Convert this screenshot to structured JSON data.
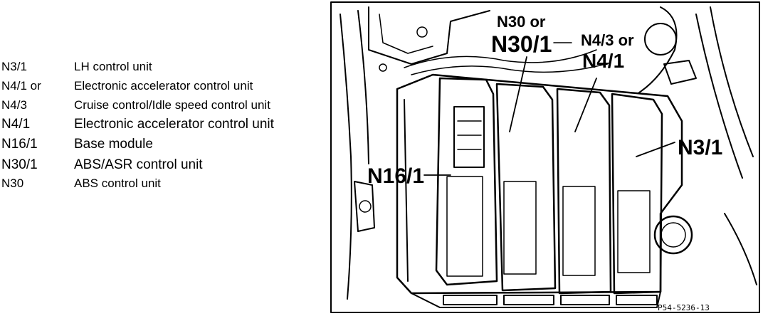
{
  "legend": [
    {
      "code": "N3/1",
      "description": "LH control unit"
    },
    {
      "code": "N4/1 or",
      "description": "Electronic accelerator control unit"
    },
    {
      "code": "N4/3",
      "description": "Cruise control/Idle speed control unit"
    },
    {
      "code": "N4/1",
      "description": "Electronic accelerator control unit"
    },
    {
      "code": "N16/1",
      "description": "Base module"
    },
    {
      "code": "N30/1",
      "description": "ABS/ASR control unit"
    },
    {
      "code": "N30",
      "description": "ABS control unit"
    }
  ],
  "callouts": {
    "n30_or": "N30 or",
    "n30_1": "N30/1",
    "n4_3_or": "N4/3 or",
    "n4_1": "N4/1",
    "n3_1": "N3/1",
    "n16_1": "N16/1"
  },
  "figure_reference": "P54-5236-13"
}
